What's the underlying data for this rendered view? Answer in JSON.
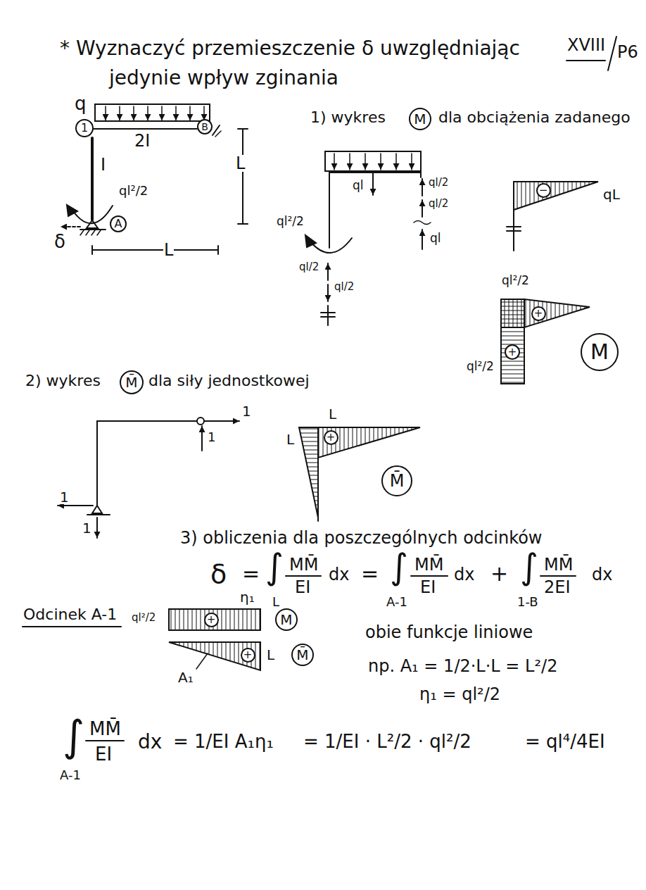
{
  "diagram": {
    "title": "* Wyznaczyć przemieszczenie δ uwzględniając jedynie wpływ zginania",
    "nodes": [
      {
        "text": [
          "1"
        ]
      },
      {
        "text": [
          "B"
        ]
      },
      {
        "text": [
          "A"
        ]
      },
      {
        "text": [
          "M"
        ]
      },
      {
        "text": [
          "−"
        ]
      },
      {
        "text": [
          "+"
        ]
      },
      {
        "text": [
          "+"
        ]
      },
      {
        "text": [
          "M"
        ]
      },
      {
        "text": [
          "M̄"
        ]
      },
      {
        "text": [
          "+"
        ]
      },
      {
        "text": [
          "M̄"
        ]
      },
      {
        "text": [
          "+"
        ]
      },
      {
        "text": [
          "M"
        ]
      },
      {
        "text": [
          "+"
        ]
      },
      {
        "text": [
          "M̄"
        ]
      }
    ],
    "labels": [
      "XVIII",
      "P6",
      "q",
      "2I",
      "I",
      "L",
      "ql²/2",
      "δ",
      "L",
      "1) wykres",
      "dla obciążenia zadanego",
      "ql",
      "ql/2",
      "ql/2",
      "ql",
      "ql²/2",
      "ql/2",
      "ql/2",
      "qL",
      "ql²/2",
      "ql²/2",
      "2) wykres",
      "dla siły jednostkowej",
      "1",
      "1",
      "1",
      "1",
      "L",
      "L",
      "3) obliczenia dla poszczególnych odcinków",
      "δ",
      "=",
      "∫",
      "L",
      "MM̄",
      "EI",
      "dx",
      "=",
      "∫",
      "A-1",
      "MM̄",
      "EI",
      "dx",
      "+",
      "∫",
      "1-B",
      "MM̄",
      "2EI",
      "dx",
      "Odcinek A-1",
      "ql²/2",
      "η₁",
      "L",
      "A₁",
      "obie funkcje liniowe",
      "np. A₁ = 1/2·L·L = L²/2",
      "η₁ = ql²/2",
      "∫",
      "A-1",
      "MM̄",
      "EI",
      "dx",
      "= 1/EI A₁η₁",
      "= 1/EI · L²/2 · ql²/2",
      "= ql⁴/4EI"
    ]
  }
}
